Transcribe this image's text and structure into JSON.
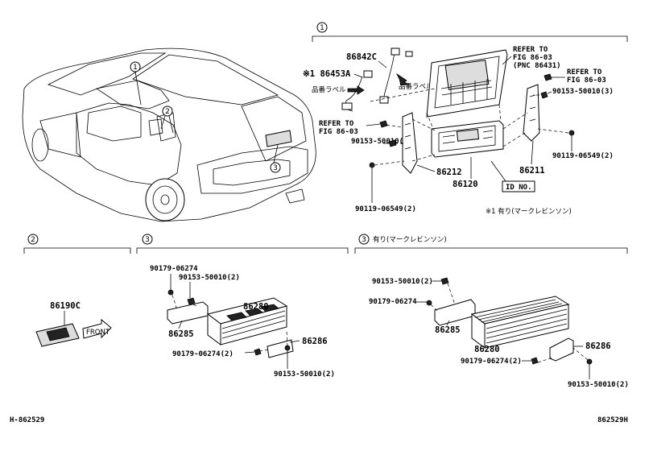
{
  "callouts": {
    "c1": "1",
    "c2": "2",
    "c3": "3",
    "sec1": "1",
    "sec2": "2",
    "sec3": "3",
    "sec3b": "3"
  },
  "labels": {
    "p86842C": "86842C",
    "p86453A": "※1 86453A",
    "hinban1": "品番ラベル",
    "hinban2": "品番ラベル",
    "refer1a": "REFER TO",
    "refer1b": "FIG 86-03",
    "refer1c": "(PNC 86431)",
    "refer2a": "REFER TO",
    "refer2b": "FIG 86-03",
    "refer3a": "REFER TO",
    "refer3b": "FIG 86-03",
    "p90153_top_r": "90153-50010(3)",
    "p90153_top_l": "90153-50010(3)",
    "p90119_r": "90119-06549(2)",
    "p86212": "86212",
    "p86211": "86211",
    "p86120": "86120",
    "idno": "ID NO.",
    "p90119_l": "90119-06549(2)",
    "note1": "※1 有り(マークレビンソン)",
    "p86190C": "86190C",
    "s3_90179a": "90179-06274",
    "s3_90153a": "90153-50010(2)",
    "s3_86280": "86280",
    "s3_86285": "86285",
    "s3_86286": "86286",
    "s3_90179b": "90179-06274(2)",
    "s3_90153b": "90153-50010(2)",
    "s3b_title": "有り(マークレビンソン)",
    "s3b_90153a": "90153-50010(2)",
    "s3b_90179a": "90179-06274",
    "s3b_86285": "86285",
    "s3b_86280": "86280",
    "s3b_86286": "86286",
    "s3b_90179b": "90179-06274(2)",
    "s3b_90153b": "90153-50010(2)",
    "front": "FRONT",
    "footer_left": "H-862529",
    "footer_right": "862529H"
  }
}
